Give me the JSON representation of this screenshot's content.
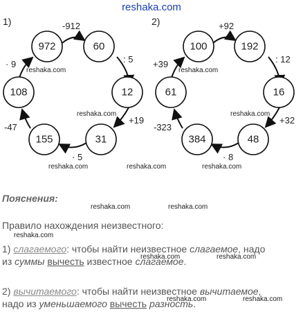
{
  "site": {
    "title": "reshaka.com"
  },
  "watermark": "reshaka.com",
  "diagram1": {
    "label": "1)",
    "nodes": [
      "972",
      "60",
      "12",
      "31",
      "155",
      "108"
    ],
    "ops": {
      "a": "-912",
      "b": ": 5",
      "c": "+19",
      "d": "· 5",
      "e": "-47",
      "f": "· 9"
    }
  },
  "diagram2": {
    "label": "2)",
    "nodes": [
      "100",
      "192",
      "16",
      "48",
      "384",
      "61"
    ],
    "ops": {
      "a": "+92",
      "b": ": 12",
      "c": "+32",
      "d": "· 8",
      "e": "-323",
      "f": "+39"
    }
  },
  "explanation": {
    "heading": "Пояснения:",
    "rule_title": "Правило нахождения неизвестного:",
    "item1": {
      "num": "1)",
      "term": "слагаемого",
      "t1": ": чтобы найти неизвестное ",
      "term2": "слагаемое",
      "t2": ", надо",
      "t3": "из ",
      "sum": "суммы",
      "t4": " ",
      "verb": "вычесть",
      "t5": " известное ",
      "term3": "слагаемое",
      "t6": "."
    },
    "item2": {
      "num": "2)",
      "term": "вычитаемого",
      "t1": ": чтобы найти неизвестное ",
      "term2": "вычитаемое",
      "t2": ",",
      "t3": "надо из ",
      "minuend": "уменьшаемого",
      "t4": " ",
      "verb": "вычесть",
      "t5": " ",
      "diff": "разность",
      "t6": "."
    }
  }
}
